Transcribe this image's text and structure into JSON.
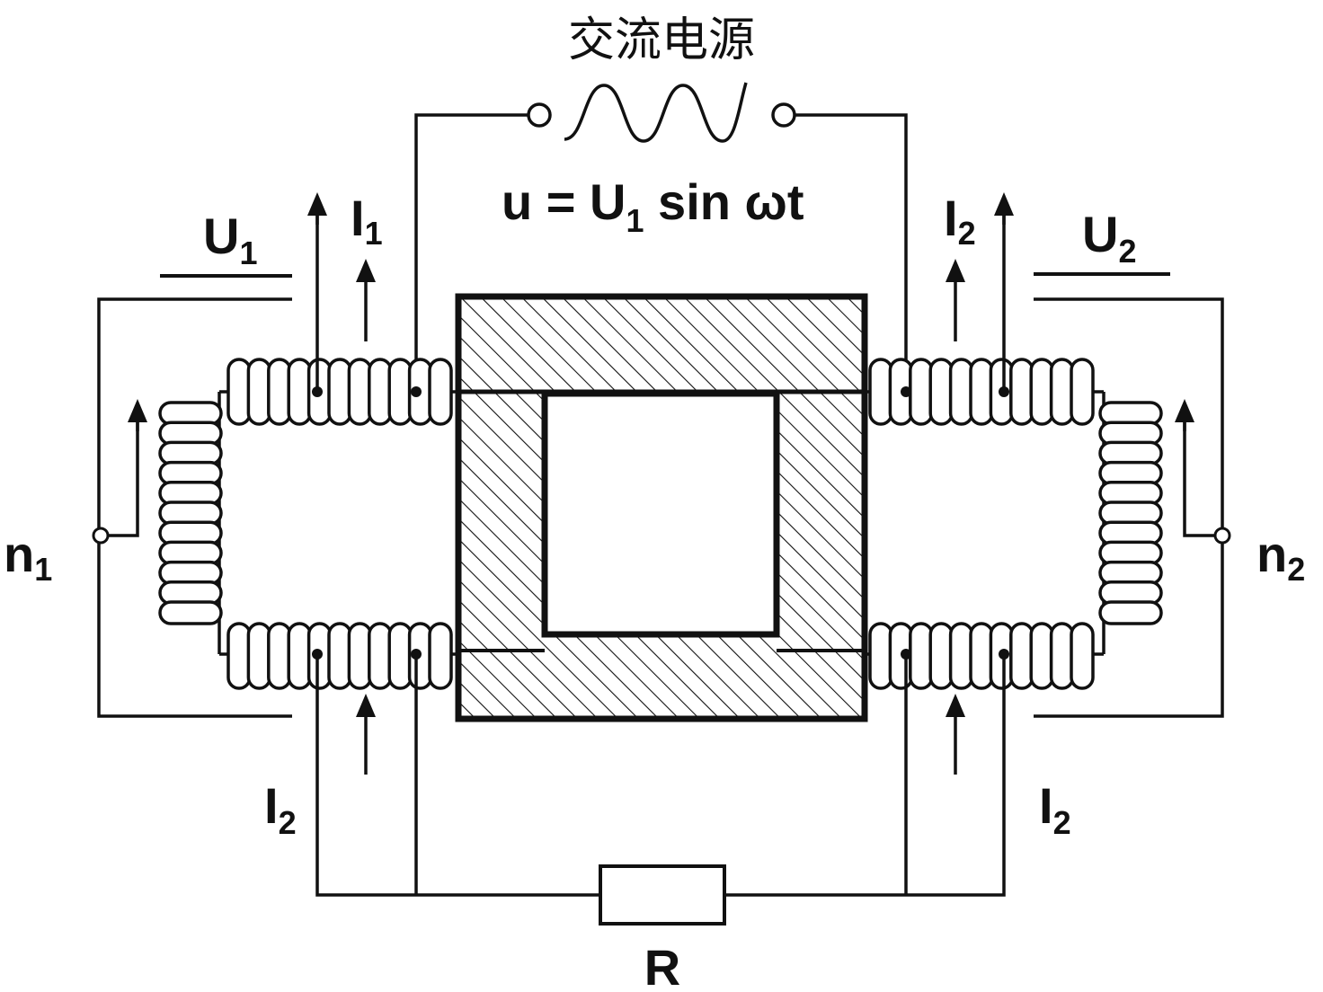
{
  "title": "交流电源",
  "source_equation": {
    "lhs": "u = U",
    "sub": "1",
    "rhs": " sin ωt"
  },
  "labels": {
    "U1": {
      "main": "U",
      "sub": "1"
    },
    "U2": {
      "main": "U",
      "sub": "2"
    },
    "I1_top": {
      "main": "I",
      "sub": "1"
    },
    "I2_top": {
      "main": "I",
      "sub": "2"
    },
    "I2_bottom_left": {
      "main": "I",
      "sub": "2"
    },
    "I2_bottom_right": {
      "main": "I",
      "sub": "2"
    },
    "n1": {
      "main": "n",
      "sub": "1"
    },
    "n2": {
      "main": "n",
      "sub": "2"
    },
    "R": "R"
  },
  "colors": {
    "ink": "#111111",
    "background": "#ffffff"
  }
}
